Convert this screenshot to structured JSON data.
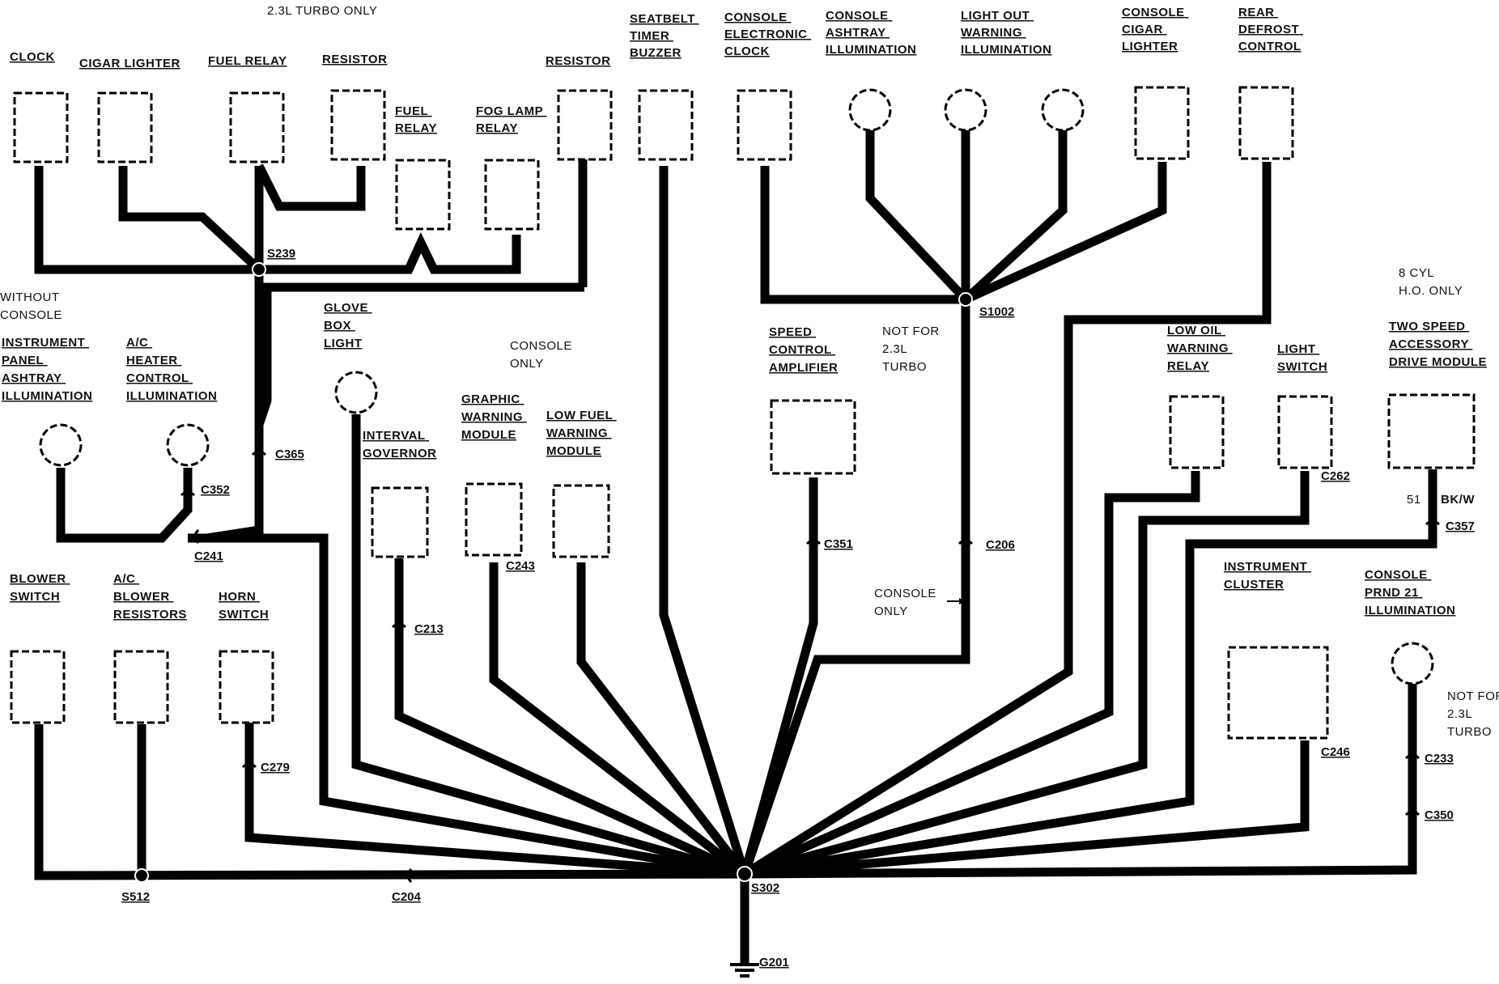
{
  "title": "2.3L TURBO ONLY",
  "components": {
    "clock": [
      "CLOCK"
    ],
    "cigar_lighter": [
      "CIGAR LIGHTER"
    ],
    "fuel_relay_top": [
      "FUEL RELAY"
    ],
    "resistor_left": [
      "RESISTOR"
    ],
    "fuel_relay": [
      "FUEL",
      "RELAY"
    ],
    "fog_lamp_relay": [
      "FOG LAMP",
      "RELAY"
    ],
    "resistor_right": [
      "RESISTOR"
    ],
    "seatbelt_timer": [
      "SEATBELT",
      "TIMER",
      "BUZZER"
    ],
    "console_clock": [
      "CONSOLE",
      "ELECTRONIC",
      "CLOCK"
    ],
    "console_ashtray": [
      "CONSOLE",
      "ASHTRAY",
      "ILLUMINATION"
    ],
    "light_out": [
      "LIGHT OUT",
      "WARNING",
      "ILLUMINATION"
    ],
    "console_cigar": [
      "CONSOLE",
      "CIGAR",
      "LIGHTER"
    ],
    "rear_defrost": [
      "REAR",
      "DEFROST",
      "CONTROL"
    ],
    "ip_ashtray": [
      "INSTRUMENT",
      "PANEL",
      "ASHTRAY",
      "ILLUMINATION"
    ],
    "ac_heater": [
      "A/C",
      "HEATER",
      "CONTROL",
      "ILLUMINATION"
    ],
    "glove_box": [
      "GLOVE",
      "BOX",
      "LIGHT"
    ],
    "interval_governor": [
      "INTERVAL",
      "GOVERNOR"
    ],
    "graphic_warning": [
      "GRAPHIC",
      "WARNING",
      "MODULE"
    ],
    "low_fuel": [
      "LOW FUEL",
      "WARNING",
      "MODULE"
    ],
    "speed_control": [
      "SPEED",
      "CONTROL",
      "AMPLIFIER"
    ],
    "low_oil": [
      "LOW OIL",
      "WARNING",
      "RELAY"
    ],
    "light_switch": [
      "LIGHT",
      "SWITCH"
    ],
    "two_speed": [
      "TWO SPEED",
      "ACCESSORY",
      "DRIVE MODULE"
    ],
    "instrument_cluster": [
      "INSTRUMENT",
      "CLUSTER"
    ],
    "console_prnd": [
      "CONSOLE",
      "PRND 21",
      "ILLUMINATION"
    ],
    "blower_switch": [
      "BLOWER",
      "SWITCH"
    ],
    "ac_blower": [
      "A/C",
      "BLOWER",
      "RESISTORS"
    ],
    "horn_switch": [
      "HORN",
      "SWITCH"
    ]
  },
  "notes": {
    "without_console": [
      "WITHOUT",
      "CONSOLE"
    ],
    "console_only_center": [
      "CONSOLE",
      "ONLY"
    ],
    "not_for_turbo_mid": [
      "NOT FOR",
      "2.3L",
      "TURBO"
    ],
    "cyl_ho": [
      "8 CYL",
      "H.O. ONLY"
    ],
    "console_only_arrow": [
      "CONSOLE",
      "ONLY"
    ],
    "not_for_turbo_right": [
      "NOT FOR",
      "2.3L",
      "TURBO"
    ],
    "wire_51": "51",
    "wire_bkw": "BK/W"
  },
  "connectors": {
    "s239": "S239",
    "s1002": "S1002",
    "c365": "C365",
    "c352": "C352",
    "c241": "C241",
    "c213": "C213",
    "c243": "C243",
    "c351": "C351",
    "c206": "C206",
    "c262": "C262",
    "c357": "C357",
    "c246": "C246",
    "c233": "C233",
    "c350": "C350",
    "c279": "C279",
    "s512": "S512",
    "c204": "C204",
    "s302": "S302",
    "g201": "G201"
  }
}
